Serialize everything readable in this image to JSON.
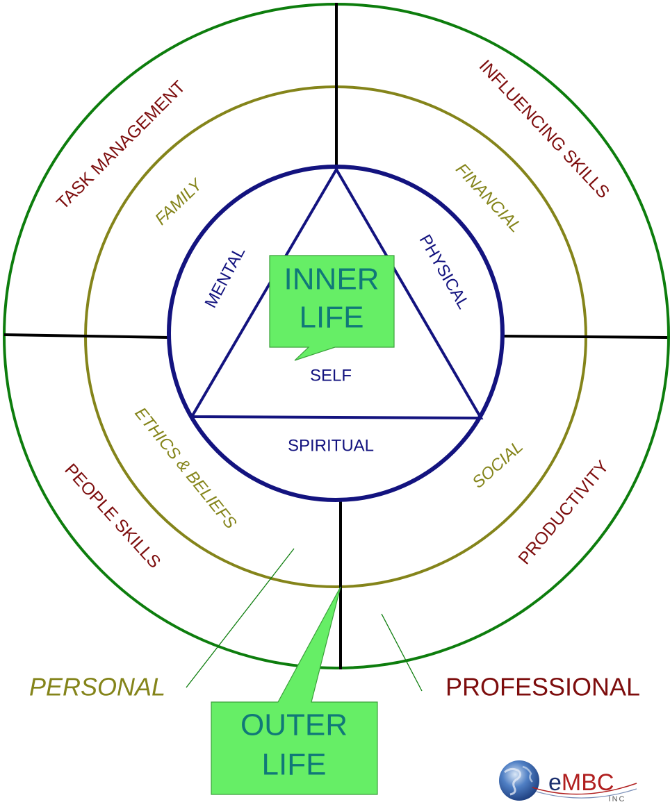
{
  "diagram": {
    "inner_triangle": {
      "left_side": "MENTAL",
      "right_side": "PHYSICAL",
      "center": "SELF",
      "below_base": "SPIRITUAL"
    },
    "middle_ring": {
      "top_left": "FAMILY",
      "top_right": "FINANCIAL",
      "bottom_left": "ETHICS & BELIEFS",
      "bottom_right": "SOCIAL"
    },
    "outer_ring": {
      "top_left": "TASK MANAGEMENT",
      "top_right": "INFLUENCING SKILLS",
      "bottom_left": "PEOPLE SKILLS",
      "bottom_right": "PRODUCTIVITY"
    },
    "callouts": {
      "inner": {
        "line1": "INNER",
        "line2": "LIFE"
      },
      "outer": {
        "line1": "OUTER",
        "line2": "LIFE"
      }
    },
    "group_labels": {
      "left": "PERSONAL",
      "right": "PROFESSIONAL"
    },
    "logo": {
      "wordmark_prefix": "e",
      "wordmark_main": "MBC",
      "suffix": "INC"
    }
  },
  "colors": {
    "inner_navy": "#13137f",
    "middle_olive": "#84841a",
    "outer_green": "#0d7d0d",
    "outer_text_maroon": "#7d0d0d",
    "callout_fill": "#66ee66",
    "callout_text": "#107878",
    "divider": "#000000"
  }
}
